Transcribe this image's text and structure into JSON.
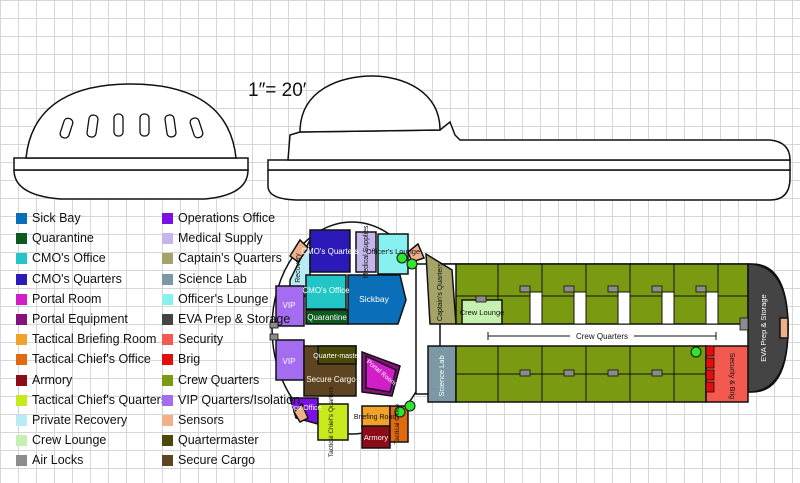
{
  "scale_label": "1″= 20′",
  "legend": [
    {
      "label": "Sick Bay",
      "color": "#0a6fb8"
    },
    {
      "label": "Quarantine",
      "color": "#0c5a1e"
    },
    {
      "label": "CMO's Office",
      "color": "#22c6c6"
    },
    {
      "label": "CMO's Quarters",
      "color": "#2b1ab8"
    },
    {
      "label": "Portal Room",
      "color": "#d21ec8"
    },
    {
      "label": "Portal Equipment",
      "color": "#87107e"
    },
    {
      "label": "Tactical Briefing Room",
      "color": "#f0a22a"
    },
    {
      "label": "Tactical Chief's Office",
      "color": "#e06a0d"
    },
    {
      "label": "Armory",
      "color": "#8c0d18"
    },
    {
      "label": "Tactical Chief's Quarters",
      "color": "#c8ea1c"
    },
    {
      "label": "Private Recovery",
      "color": "#b8ecf5"
    },
    {
      "label": "Crew Lounge",
      "color": "#c6f0b0"
    },
    {
      "label": "Air Locks",
      "color": "#8c8c8c"
    },
    {
      "label": "Operations Office",
      "color": "#7a10e6"
    },
    {
      "label": "Medical Supply",
      "color": "#c4b6ea"
    },
    {
      "label": "Captain's Quarters",
      "color": "#a4a468"
    },
    {
      "label": "Science Lab",
      "color": "#7b98a4"
    },
    {
      "label": "Officer's Lounge",
      "color": "#88f0ee"
    },
    {
      "label": "EVA Prep & Storage",
      "color": "#444444"
    },
    {
      "label": "Security",
      "color": "#f25a50"
    },
    {
      "label": "Brig",
      "color": "#e40d0d"
    },
    {
      "label": "Crew Quarters",
      "color": "#7a9a12"
    },
    {
      "label": "VIP Quarters/Isolation",
      "color": "#a46cf0"
    },
    {
      "label": "Sensors",
      "color": "#f0b08a"
    },
    {
      "label": "Quartermaster",
      "color": "#4a4a08"
    },
    {
      "label": "Secure Cargo",
      "color": "#5e4420"
    }
  ],
  "rooms": {
    "recovery": "Recovery",
    "cmo_quarters": "CMO's Quarters",
    "medical_supplies": "Medical Supplies",
    "officers_lounge": "Officer's Lounge",
    "captains_quarters": "Captain's Quarters",
    "vip_top": "VIP",
    "cmo_office": "CMO's Office",
    "sickbay": "Sickbay",
    "quarantine": "Quarantine",
    "crew_lounge": "Crew Lounge",
    "crew_quarters": "Crew Quarters",
    "eva_prep": "EVA Prep & Storage",
    "vip_bottom": "VIP",
    "quartermaster": "Quarter-master",
    "secure_cargo": "Secure Cargo",
    "portal_room": "Portal Room",
    "science_lab": "Science Lab",
    "security_brig": "Security & Brig",
    "ops_office": "Ops Office",
    "tactical_chiefs_quarters": "Tactical Chief's Quarters",
    "briefing_room": "Briefing Room",
    "tactical_office": "Tactical Office",
    "armory": "Armory"
  }
}
